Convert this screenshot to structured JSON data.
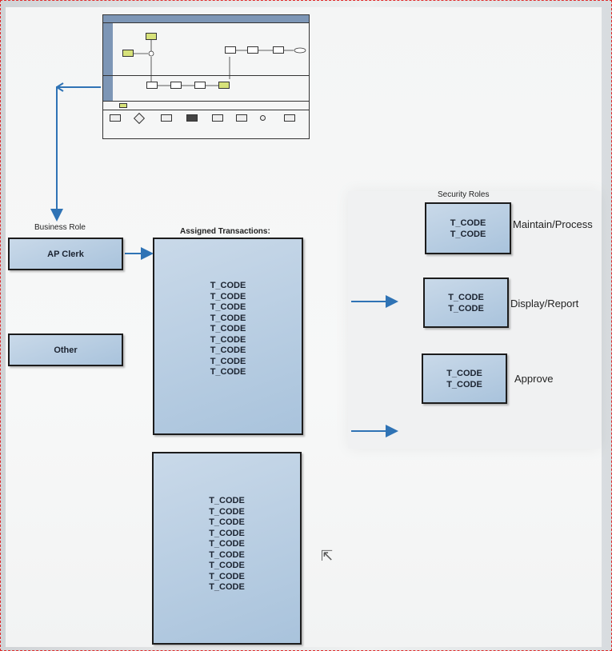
{
  "thumbnail": {
    "title": "",
    "icon": "process-flow-diagram-thumbnail"
  },
  "business_role": {
    "heading": "Business Role",
    "roles": [
      "AP Clerk",
      "Other"
    ]
  },
  "assigned_transactions": {
    "heading": "Assigned Transactions:",
    "boxes": [
      [
        "T_CODE",
        "T_CODE",
        "T_CODE",
        "T_CODE",
        "T_CODE",
        "T_CODE",
        "T_CODE",
        "T_CODE",
        "T_CODE"
      ],
      [
        "T_CODE",
        "T_CODE",
        "T_CODE",
        "T_CODE",
        "T_CODE",
        "T_CODE",
        "T_CODE",
        "T_CODE",
        "T_CODE"
      ]
    ]
  },
  "security_roles": {
    "heading": "Security Roles",
    "roles": [
      {
        "codes": [
          "T_CODE",
          "T_CODE"
        ],
        "label": "Maintain/Process"
      },
      {
        "codes": [
          "T_CODE",
          "T_CODE"
        ],
        "label": "Display/Report"
      },
      {
        "codes": [
          "T_CODE",
          "T_CODE"
        ],
        "label": "Approve"
      }
    ]
  },
  "colors": {
    "box_fill": "#b3cbe2",
    "arrow": "#2f73b5",
    "border": "#1c1c1c"
  }
}
